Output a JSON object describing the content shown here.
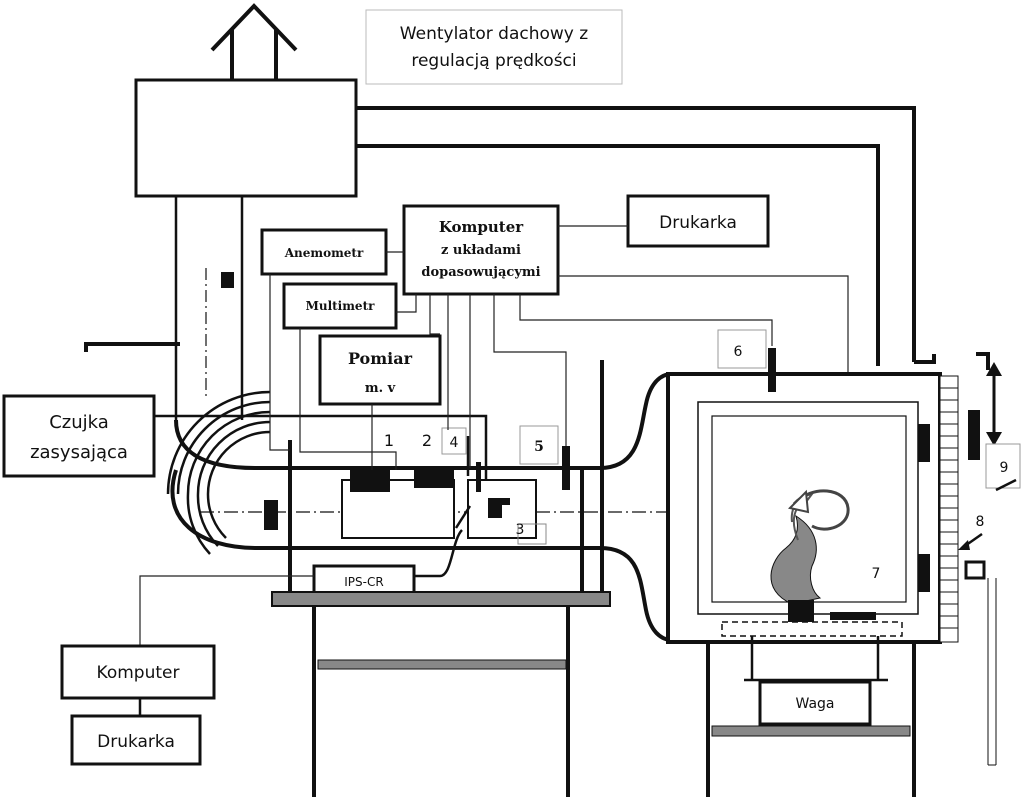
{
  "labels": {
    "fan": [
      "Wentylator dachowy z",
      "regulacją prędkości"
    ],
    "computer_main": [
      "Komputer",
      "z układami",
      "dopasowującymi"
    ],
    "printer_top": "Drukarka",
    "anemometer": "Anemometr",
    "multimeter": "Multimetr",
    "measurement": [
      "Pomiar",
      "m. v"
    ],
    "aspirating_detector": [
      "Czujka",
      "zasysająca"
    ],
    "ips": "IPS-CR",
    "computer_bottom": "Komputer",
    "printer_bottom": "Drukarka",
    "scale": "Waga"
  },
  "numbers": {
    "n1": "1",
    "n2": "2",
    "n3": "3",
    "n4": "4",
    "n5": "5",
    "n6": "6",
    "n7": "7",
    "n8": "8",
    "n9": "9"
  },
  "colors": {
    "line": "#111111",
    "frame_fill": "#ffffff",
    "table_top": "#888888",
    "smoke": "#888888"
  }
}
